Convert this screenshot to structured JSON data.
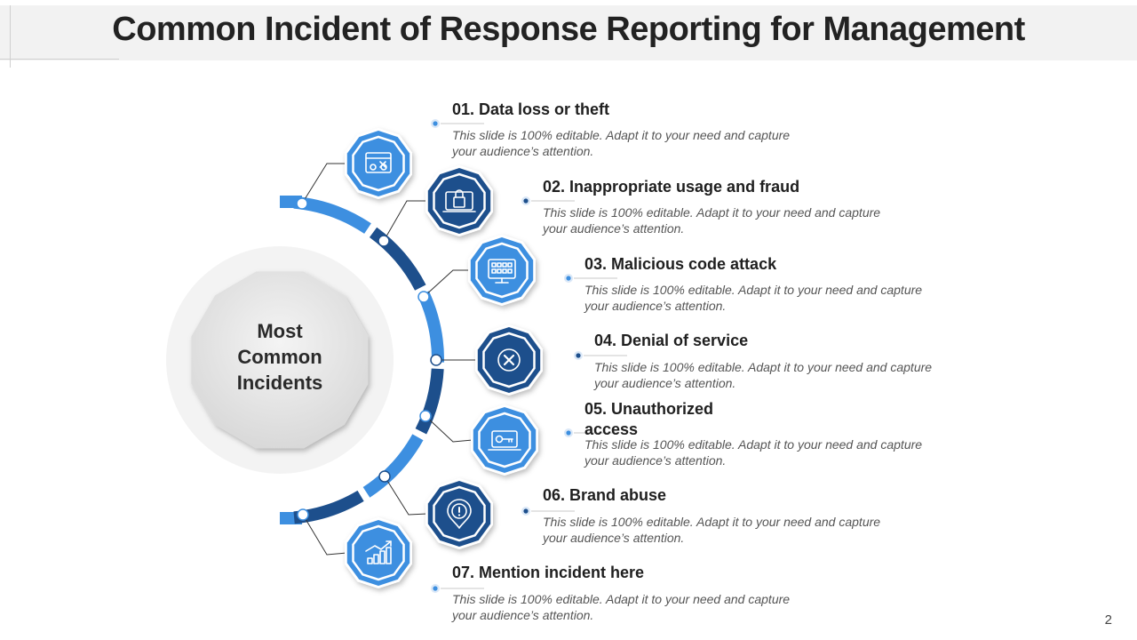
{
  "slide": {
    "title": "Common Incident of Response Reporting for Management",
    "page_number": "2",
    "center_label_lines": [
      "Most",
      "Common",
      "Incidents"
    ]
  },
  "colors": {
    "light_blue": "#3d8fe0",
    "dark_blue": "#1d4f8c",
    "center_gray": "#e6e6e6",
    "title_bg": "#f2f2f2"
  },
  "items": [
    {
      "title": "01. Data loss or theft",
      "description": "This slide is 100% editable.  Adapt it to your need and capture your audience’s  attention.",
      "icon": "data-theft-icon",
      "tone": "light"
    },
    {
      "title": "02. Inappropriate usage and fraud",
      "description": "This slide is 100% editable.  Adapt it to your need and capture your audience’s  attention.",
      "icon": "fraud-lock-icon",
      "tone": "dark"
    },
    {
      "title": "03. Malicious code attack",
      "description": "This slide is 100% editable.  Adapt it to your need and capture your audience’s  attention.",
      "icon": "code-monitor-icon",
      "tone": "light"
    },
    {
      "title": "04. Denial of service",
      "description": "This slide is 100% editable.  Adapt it to your need and capture your audience’s  attention.",
      "icon": "denial-x-icon",
      "tone": "dark"
    },
    {
      "title": "05. Unauthorized access",
      "description": "This slide is 100% editable.  Adapt it to your need and capture your audience’s  attention.",
      "icon": "key-laptop-icon",
      "tone": "light"
    },
    {
      "title": "06. Brand abuse",
      "description": "This slide is 100% editable.  Adapt it to your need and capture your audience’s  attention.",
      "icon": "alert-pin-icon",
      "tone": "dark"
    },
    {
      "title": "07. Mention incident here",
      "description": "This slide is 100% editable.  Adapt it to your need and capture your audience’s  attention.",
      "icon": "growth-chart-icon",
      "tone": "light"
    }
  ]
}
